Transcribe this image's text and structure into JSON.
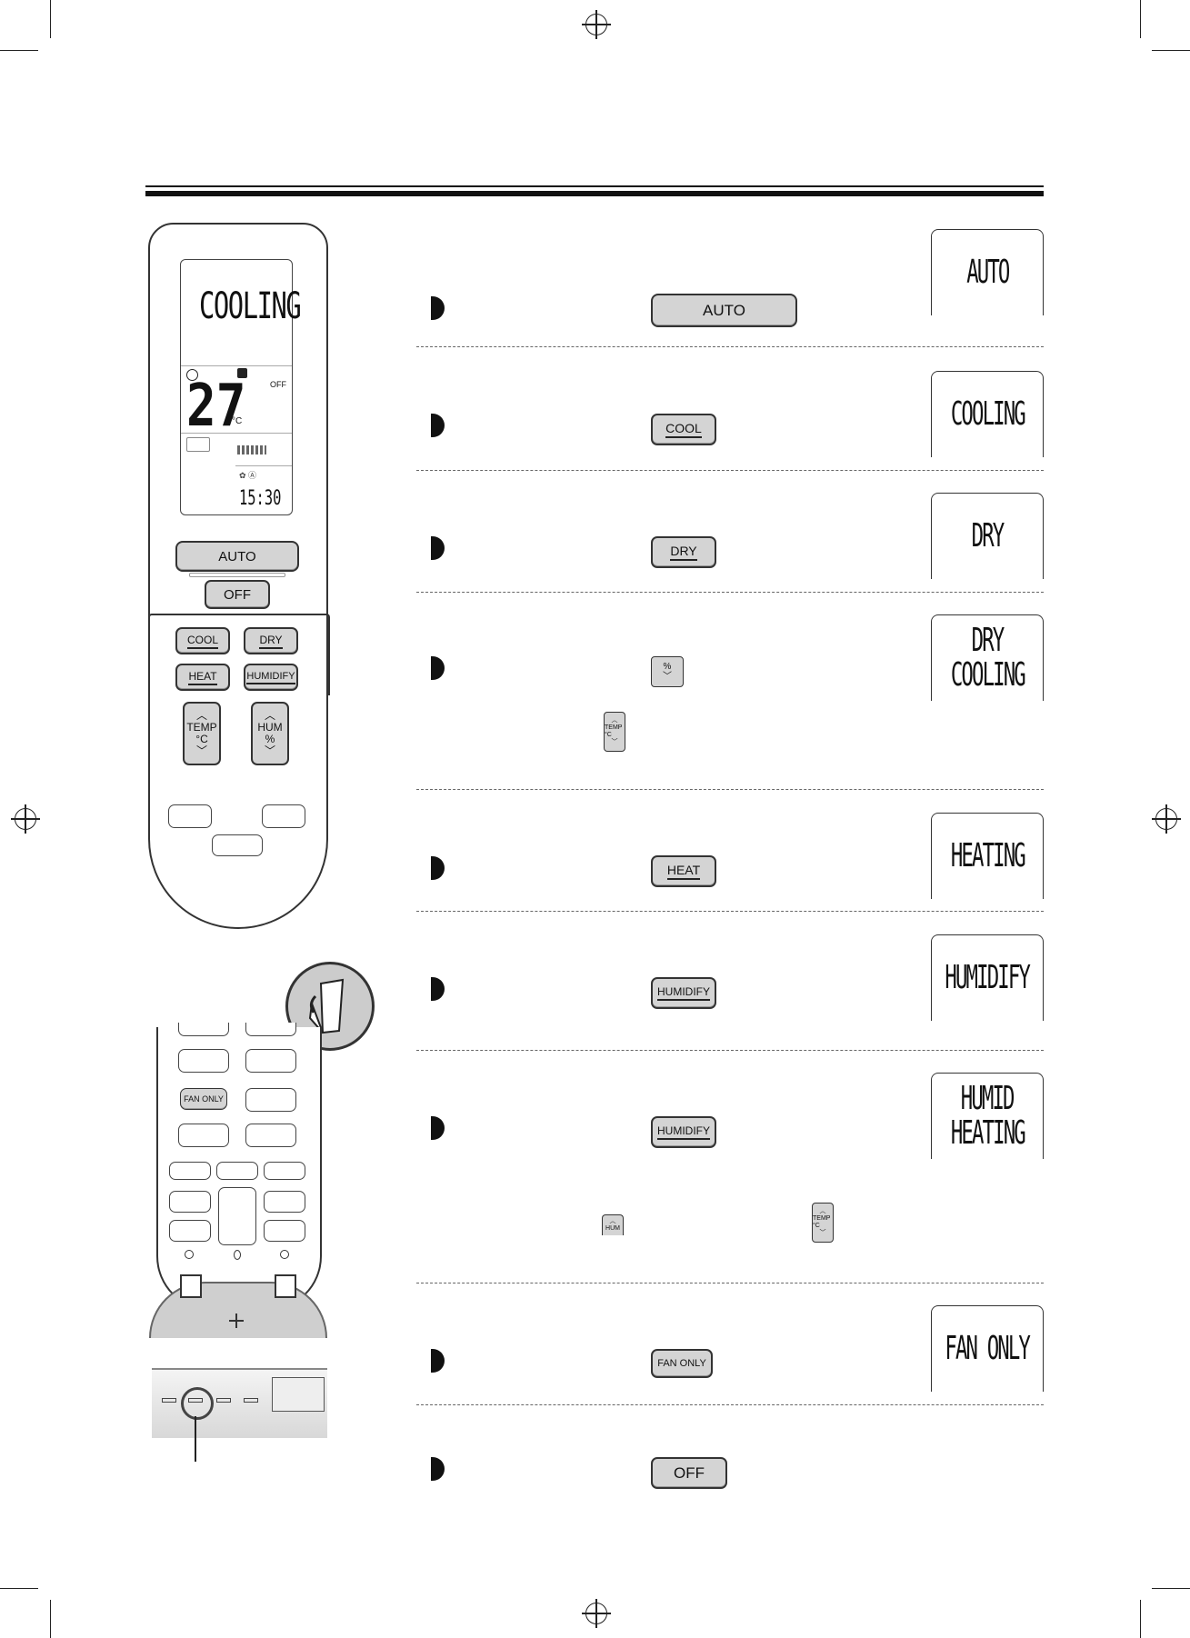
{
  "remote": {
    "lcd_mode": "COOLING",
    "lcd_temp": "27",
    "lcd_temp_unit": "°C",
    "lcd_off": "OFF",
    "lcd_time": "15:30",
    "buttons": {
      "auto": "AUTO",
      "off": "OFF",
      "cool": "COOL",
      "dry": "DRY",
      "heat": "HEAT",
      "humidify": "HUMIDIFY",
      "temp_line1": "TEMP",
      "temp_line2": "°C",
      "hum_line1": "HUM",
      "hum_line2": "%"
    }
  },
  "remote_inner": {
    "fan_only": "FAN ONLY"
  },
  "modes": [
    {
      "button": "AUTO",
      "display": [
        "AUTO"
      ]
    },
    {
      "button": "COOL",
      "display": [
        "COOLING"
      ]
    },
    {
      "button": "DRY",
      "display": [
        "DRY"
      ]
    },
    {
      "button": "%",
      "display": [
        "DRY",
        "COOLING"
      ],
      "extra_button": "TEMP °C"
    },
    {
      "button": "HEAT",
      "display": [
        "HEATING"
      ]
    },
    {
      "button": "HUMIDIFY",
      "display": [
        "HUMIDIFY"
      ]
    },
    {
      "button": "HUMIDIFY",
      "display": [
        "HUMID",
        "HEATING"
      ],
      "extra_buttons": [
        "HUM",
        "TEMP °C"
      ]
    },
    {
      "button": "FAN ONLY",
      "display": [
        "FAN ONLY"
      ]
    },
    {
      "button": "OFF",
      "display": []
    }
  ]
}
